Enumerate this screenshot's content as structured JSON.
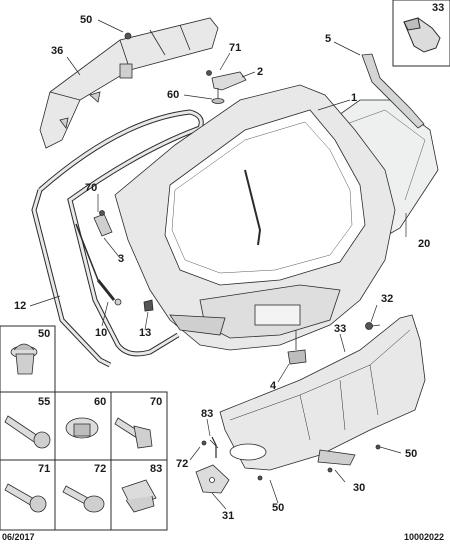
{
  "callouts": {
    "c50_top": "50",
    "c36": "36",
    "c71_top": "71",
    "c2": "2",
    "c60_top": "60",
    "c5": "5",
    "c33_top": "33",
    "c1": "1",
    "c70_mid": "70",
    "c3": "3",
    "c20": "20",
    "c12": "12",
    "c10": "10",
    "c13": "13",
    "c32": "32",
    "c33_mid": "33",
    "c4": "4",
    "c83_mid": "83",
    "c72_mid": "72",
    "c50_right": "50",
    "c30": "30",
    "c31": "31",
    "c50_bottom": "50"
  },
  "fastener_grid": {
    "c50": "50",
    "c55": "55",
    "c60": "60",
    "c70": "70",
    "c71": "71",
    "c72": "72",
    "c83": "83"
  },
  "footer": {
    "date": "06/2017",
    "reference": "10002022"
  },
  "colors": {
    "line": "#2b2b2b",
    "part_fill": "#e8e8e8",
    "glass_fill": "#eef0f0",
    "dark_part": "#555555"
  }
}
